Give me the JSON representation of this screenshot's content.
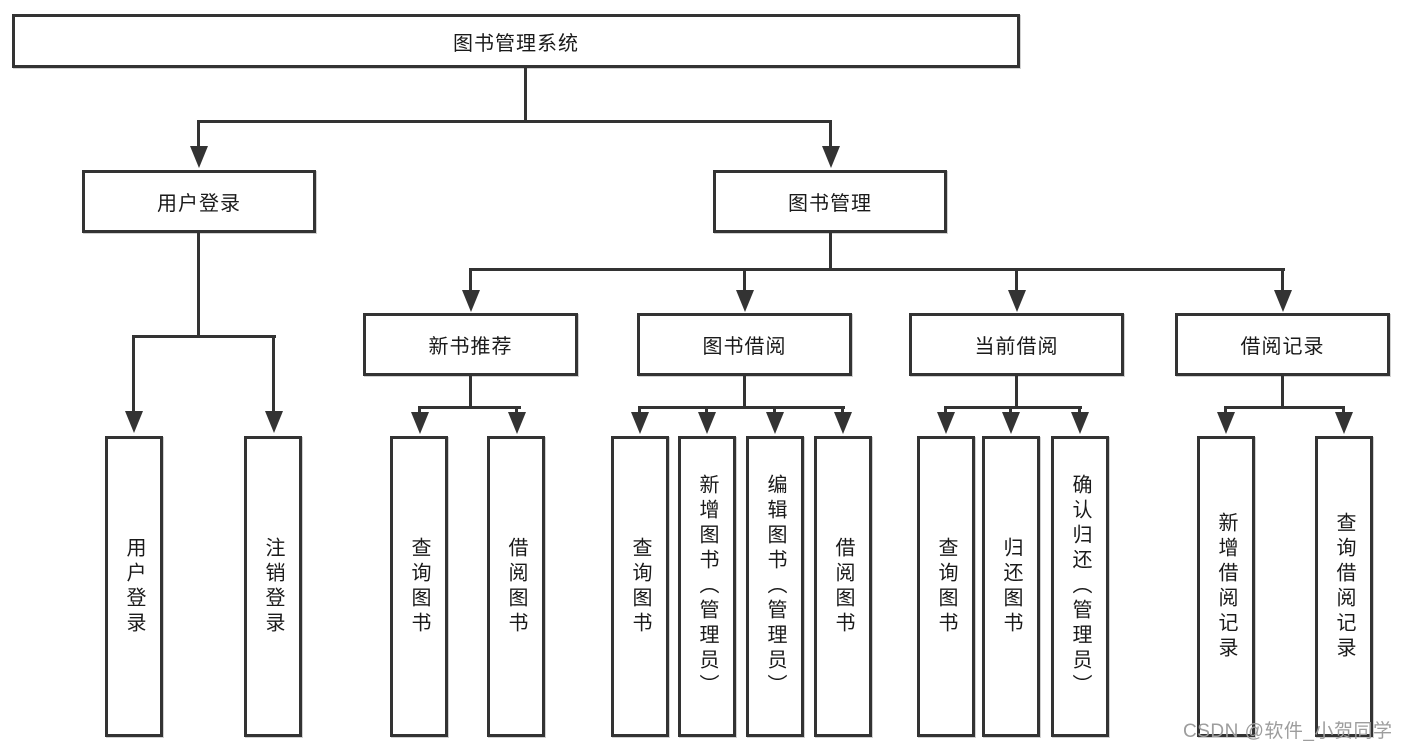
{
  "root_label": "图书管理系统",
  "level1": [
    {
      "label": "用户登录"
    },
    {
      "label": "图书管理"
    }
  ],
  "level2": [
    {
      "label": "新书推荐"
    },
    {
      "label": "图书借阅"
    },
    {
      "label": "当前借阅"
    },
    {
      "label": "借阅记录"
    }
  ],
  "leaves": {
    "user_login": [
      "用户登录",
      "注销登录"
    ],
    "new_book_recommend": [
      "查询图书",
      "借阅图书"
    ],
    "book_borrow": [
      "查询图书",
      "新增图书（管理员）",
      "编辑图书（管理员）",
      "借阅图书"
    ],
    "current_borrow": [
      "查询图书",
      "归还图书",
      "确认归还（管理员）"
    ],
    "borrow_records": [
      "新增借阅记录",
      "查询借阅记录"
    ]
  },
  "watermark": "CSDN @软件_小贺同学",
  "colors": {
    "line": "#333333",
    "border": "#333333",
    "text": "#1a1a1a",
    "watermark": "#9d9d9d",
    "background": "#ffffff"
  }
}
